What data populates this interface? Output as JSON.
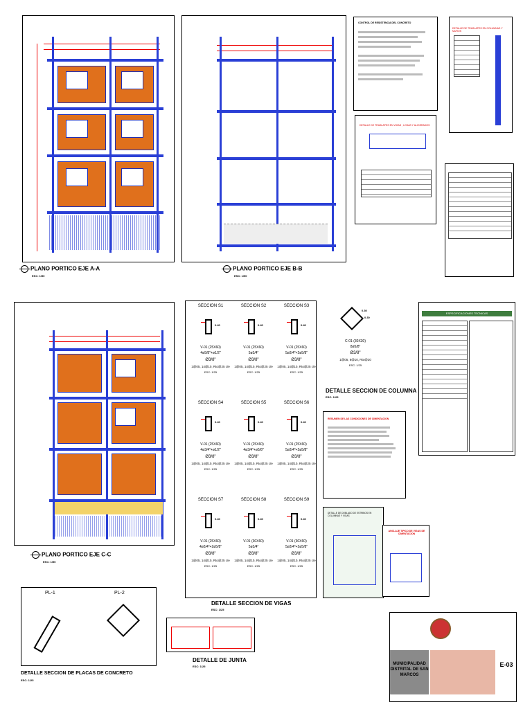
{
  "frames": {
    "aa": {
      "title": "PLANO PORTICO EJE A-A",
      "scale": "ESC: 1/50"
    },
    "bb": {
      "title": "PLANO PORTICO EJE B-B",
      "scale": "ESC: 1/50"
    },
    "cc": {
      "title": "PLANO PORTICO EJE C-C",
      "scale": "ESC: 1/50"
    }
  },
  "beams": {
    "title": "DETALLE SECCION DE VIGAS",
    "scale": "ESC: 1/25",
    "sections": [
      {
        "label": "SECCION S1",
        "dim": "0.40",
        "size": "V-01 (25X60)",
        "steel": "4ø5/8\"+ø1/2\"",
        "d": "Ø3/8\"",
        "stir": "1@05, 14@10, Rto@25 c/e",
        "note": "ESC: 1/25"
      },
      {
        "label": "SECCION S2",
        "dim": "0.40",
        "size": "V-01 (25X60)",
        "steel": "5ø3/4\"",
        "d": "Ø3/8\"",
        "stir": "1@05, 14@10, Rto@25 c/e",
        "note": "ESC: 1/25"
      },
      {
        "label": "SECCION S3",
        "dim": "0.40",
        "size": "V-01 (25X60)",
        "steel": "5ø3/4\"+2ø5/8\"",
        "d": "Ø3/8\"",
        "stir": "1@05, 14@10, Rto@25 c/e",
        "note": "ESC: 1/25"
      },
      {
        "label": "SECCION S4",
        "dim": "0.40",
        "size": "V-01 (25X60)",
        "steel": "4ø3/4\"+ø1/2\"",
        "d": "Ø3/8\"",
        "stir": "1@05, 14@10, Rto@25 c/e",
        "note": "ESC: 1/25"
      },
      {
        "label": "SECCION S5",
        "dim": "0.40",
        "size": "V-01 (25X60)",
        "steel": "4ø3/4\"+ø5/8\"",
        "d": "Ø3/8\"",
        "stir": "1@05, 14@10, Rto@25 c/e",
        "note": "ESC: 1/25"
      },
      {
        "label": "SECCION S6",
        "dim": "0.40",
        "size": "V-01 (25X60)",
        "steel": "5ø3/4\"+2ø5/8\"",
        "d": "Ø3/8\"",
        "stir": "1@05, 14@10, Rto@25 c/e",
        "note": "ESC: 1/25"
      },
      {
        "label": "SECCION S7",
        "dim": "0.40",
        "size": "V-01 (25X60)",
        "steel": "4ø3/4\"+2ø5/8\"",
        "d": "Ø3/8\"",
        "stir": "1@05, 14@10, Rto@25 c/e",
        "note": "ESC: 1/25"
      },
      {
        "label": "SECCION S8",
        "dim": "0.40",
        "size": "V-01 (30X60)",
        "steel": "5ø3/4\"",
        "d": "Ø3/8\"",
        "stir": "1@05, 14@10, Rto@25 c/e",
        "note": "ESC: 1/25"
      },
      {
        "label": "SECCION S9",
        "dim": "0.40",
        "size": "V-01 (30X60)",
        "steel": "5ø3/4\"+2ø5/8\"",
        "d": "Ø3/8\"",
        "stir": "1@05, 14@10, Rto@25 c/e",
        "note": "ESC: 1/25"
      }
    ]
  },
  "column": {
    "title": "DETALLE SECCION DE COLUMNA",
    "scale": "ESC: 1/25",
    "dim_a": "0.30",
    "dim_b": "0.30",
    "size": "C-01 (30X30)",
    "steel": "8ø5/8\"",
    "d": "Ø3/8\"",
    "stir": "1@05, 6@10, Rto@20",
    "note": "ESC: 1/25"
  },
  "plates": {
    "title": "DETALLE SECCION DE PLACAS DE CONCRETO",
    "scale": "ESC: 1/25",
    "pl1": "PL-1",
    "pl2": "PL-2"
  },
  "joint": {
    "title": "DETALLE DE JUNTA",
    "scale": "ESC: 1/25"
  },
  "controls": {
    "title": "CONTROL DE RESISTENCIA DEL CONCRETO"
  },
  "col_splices": {
    "title": "DETALLE DE TRASLAPES EN COLUMNAS Y MUROS"
  },
  "beam_splices": {
    "title": "DETALLE DE TRASLAPES EN VIGAS , LOSAS Y ALIGERADOS"
  },
  "specs": {
    "title": "ESPECIFICACIONES TECNICAS"
  },
  "foundation": {
    "title": "RESUMEN DE LAS CONDICIONES DE CIMENTACION"
  },
  "stirrups": {
    "title": "DETALLE DE DOBLADO DE ESTRIBOS EN COLUMNAS Y VIGAS"
  },
  "anchor": {
    "title": "ANCLAJE TIPICO DE VIGAS DE CIMENTACION"
  },
  "titleblock": {
    "municipality": "MUNICIPALIDAD DISTRITAL DE SAN MARCOS",
    "sheet": "E-03"
  },
  "colors": {
    "blue": "#2a3fd6",
    "orange": "#e0701c",
    "red": "#e00000",
    "green": "#3e7d3e"
  }
}
